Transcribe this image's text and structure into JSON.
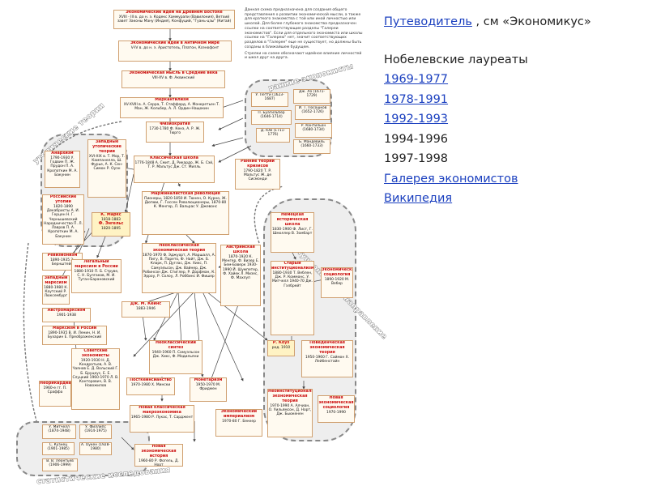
{
  "sidebar": {
    "guide_link": "Путеводитель",
    "guide_suffix": " , см «Экономикус»",
    "nobel_title": "Нобелевские лауреаты",
    "years": [
      {
        "label": "1969-1977",
        "link": true
      },
      {
        "label": "1978-1991",
        "link": true
      },
      {
        "label": "1992-1993",
        "link": true
      },
      {
        "label": "1994-1996",
        "link": false
      },
      {
        "label": "1997-1998",
        "link": false
      }
    ],
    "gallery_link": "Галерея экономистов",
    "wiki_link": "Википедия"
  },
  "caption": {
    "text1": "Данная схема предназначена для создания общего представления о развитии экономической мысли, а также для краткого знакомства с той или иной личностью или школой. Для более глубокого знакомства предназначен ссылки на соответствующие разделы \"Галереи экономистов\". Если для отдельного экономиста или школы ссылки на \"Галерею\" нет, значит соответствующих разделов в \"Галерее\" еще не существует, но должны быть созданы в ближайшем будущем.",
    "text2": "Стрелки на схеме обозначают идейное влияние личностей и школ друг на друга."
  },
  "regions": {
    "early": "ранние экономисты",
    "utopian": "утопические теории",
    "institutional": "институциональное направление",
    "statistical": "статистические исследования"
  },
  "nodes": {
    "n1": {
      "title": "Экономические идеи на Древнем Востоке",
      "body": "XVIII - III в. до н. э. Кодекс Хаммурапи (Вавилония), Ветхий завет Законы Ману (Индия), Конфуций, \"Гуань-цзы\" (Китай)"
    },
    "n2": {
      "title": "Экономические идеи в Античном мире",
      "body": "V-IV в. до н. э. Аристотель, Платон, Ксенофонт"
    },
    "n3": {
      "title": "Экономическая мысль в Средние века",
      "body": "VIII-XV в. Ф. Аквинский"
    },
    "n4": {
      "title": "Меркантилизм",
      "body": "XV-XVIII в. А. Серра, Т. Стаффорд, А. Монкретьен Т. Ман, Ж. Кольбер, А. Л. Ордин-Нащокин"
    },
    "n5": {
      "title": "Физиократия",
      "body": "1730-1780 Ф. Кенэ, А. Р. Ж. Тюрго"
    },
    "n6": {
      "title": "Классическая школа",
      "body": "1776-1848 А. Смит, Д. Рикардо, Ж. Б. Сэй, Т. Р. Мальтус Дж. Ст. Милль"
    },
    "n7": {
      "title": "Маржиналистская революция",
      "body": "Пионеры, 1820-1850 И. Тюнен, О. Курно, Ж. Дюпюи, Г. Госсен Революционеры, 1870-80 К. Менгер, Л. Вальрас У. Джевонс"
    },
    "n8": {
      "title": "Ранние теории кризисов",
      "body": "1790-1820 Т. Р. Мальтус Ж. де Сисмонди"
    },
    "p1": {
      "title": "",
      "body": "У. Петти (1623-1687)"
    },
    "p2": {
      "title": "",
      "body": "Дж. Ло (1671-1729)"
    },
    "p3": {
      "title": "",
      "body": "П. Буагильбер (1646-1714)"
    },
    "p4": {
      "title": "",
      "body": "И. Т. Посошков (1652-1726)"
    },
    "p5": {
      "title": "",
      "body": "Р. Кантильон (1680-1734)"
    },
    "p6": {
      "title": "",
      "body": "Д. Юм (1711-1776)"
    },
    "p7": {
      "title": "",
      "body": "Б. Мандевиль (1660-1733)"
    },
    "n9": {
      "title": "Анархизм",
      "body": "1790-1930 У. Годвин П. Ж. Прудон П. А. Кропоткин М. А. Бакунин"
    },
    "n10": {
      "title": "Западные утопические теории",
      "body": "XVI-XIX в. Т. Мор, Т. Кампанелла, Ш. Фурье, А. К. Сен-Симон Р. Оуэн"
    },
    "n11": {
      "title": "Российские утопии",
      "body": "1820-1890 Декабристы А. И. Герцен Н. Г. Чернышевский Народничество П. Л. Лавров П. А. Кропоткин М. А. Бакунин"
    },
    "n12": {
      "title": "К. Маркс",
      "body": "1818-1883"
    },
    "n12b": {
      "title": "Ф. Энгельс",
      "body": "1820-1895"
    },
    "n13": {
      "title": "Ревизионизм",
      "body": "1890-1935 Э. Бернштейн"
    },
    "n14": {
      "title": "Легальный марксизм в России",
      "body": "1880-1910 П. Б. Струве, С. Н. Булгаков, М. И. Туган-Барановский"
    },
    "n15": {
      "title": "Западный марксизм",
      "body": "1880-1980 К. Каутский Р. Люксембург"
    },
    "n16": {
      "title": "Австромарксизм",
      "body": "1901-1938"
    },
    "n17": {
      "title": "Марксизм в России",
      "body": "1890-1935 В. И. Ленин, Н. И. Бухарин Е. Преображенский"
    },
    "n18": {
      "title": "Неоклассическая экономическая теория",
      "body": "1870-1970 Ф. Эджуорт, А. Маршалл, А. Пигу, В. Парето, Ф. Найт, Дж. Б. Кларк, П. Дуглас, Дж. Хикс, П. Самуэльсон, Дж. Вайнер, Дж. Робинсон Дж. Стиглер, Р. Дорфман, К. Эрроу, Р. Солоу, Л. Роббинс И. Фишер"
    },
    "n19": {
      "title": "Австрийская школа",
      "body": "1870-1920 К. Менгер, Ф. Визер Е. Бем-Баверк 1930-1990 Й. Шумпетер, Ф. Хайек Л. Мизес, Ф. Махлуп"
    },
    "n20": {
      "title": "Немецкая историческая школа",
      "body": "1830-1900 Ф. Лист, Г. Шмоллер В. Зомбарт"
    },
    "n21": {
      "title": "Старый институционализм",
      "body": "1880-1930 Т. Веблен, Дж. Р. Коммонс, У. Митчелл 1940-70 Дж. Гэлбрейт"
    },
    "n22": {
      "title": "Экономическая социология",
      "body": "1890-1920 М. Вебер"
    },
    "n23": {
      "title": "Дж. М. Кейнс",
      "body": "1883-1946"
    },
    "n24": {
      "title": "Неоклассический синтез",
      "body": "1940-1960 П. Самуэльсон Дж. Хикс, Ф. Модильяни"
    },
    "n25": {
      "title": "Советские экономисты",
      "body": "1920-1930 Н. Д. Кондратьев, А. В. Чаянов Е. Д. Вольский Г. Б. Бруцкус, Е. Е. Слуцкий 1960-1970 Л. В. Канторович, В. В. Новожилов"
    },
    "n26": {
      "title": "Посткейнсианство",
      "body": "1970-1980 Х. Мински"
    },
    "n27": {
      "title": "Монетаризм",
      "body": "1950-1970 М. Фридмен"
    },
    "n28": {
      "title": "Новая классическая макроэкономика",
      "body": "1965-1980 Р. Лукас, Т. Сарджент"
    },
    "n29": {
      "title": "Экономический империализм",
      "body": "1970-80 Г. Беккер"
    },
    "n30": {
      "title": "Р. Коуз",
      "body": "род. 1910"
    },
    "n31": {
      "title": "Поведенческая экономическая теория",
      "body": "1950-1960 Г. Саймон Х. Лейбенстайн"
    },
    "n32": {
      "title": "Неоинституциональная экономическая теория",
      "body": "1970-1990 А. Алчиан, О. Уильямсон, Д. Норт, Дж. Бьюкенен"
    },
    "n33": {
      "title": "Новая экономическая социология",
      "body": "1970-1990"
    },
    "n34": {
      "title": "Неорикардианцы",
      "body": "1960-е гг. П. Сраффа"
    },
    "n35": {
      "title": "Новая экономическая история",
      "body": "1960-80 Р. Фогель, Д. Норт"
    },
    "s1": {
      "title": "",
      "body": "У. Митчелл (1874-1948)"
    },
    "s2": {
      "title": "",
      "body": "У. Филлипс (1914-1975)"
    },
    "s3": {
      "title": "",
      "body": "С. Кузнец (1901-1985)"
    },
    "s4": {
      "title": "",
      "body": "А. Оукен (1928-1980)"
    },
    "s5": {
      "title": "",
      "body": "В. В. Леонтьев (1906-1999)"
    }
  }
}
